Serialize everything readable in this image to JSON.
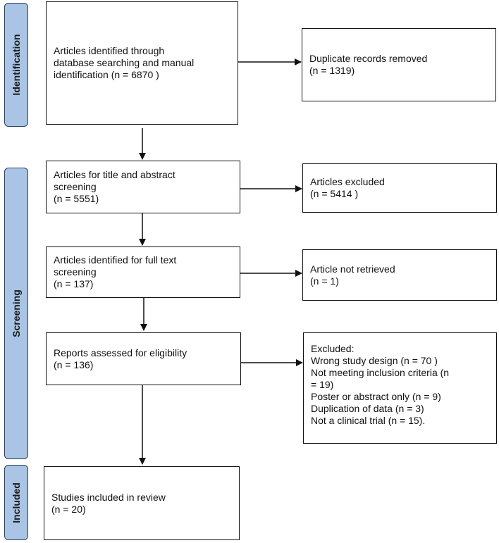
{
  "phases": {
    "identification": "Identification",
    "screening": "Screening",
    "included": "Included"
  },
  "boxes": {
    "identified": "Articles identified through\ndatabase searching and manual\nidentification (n = 6870 )",
    "duplicates": "Duplicate records removed\n  (n =  1319)",
    "title_abstract": "Articles for title and abstract\nscreening\n(n = 5551)",
    "excluded_1": "Articles excluded\n(n = 5414 )",
    "full_text": "Articles identified for full text\nscreening\n(n = 137)",
    "not_retrieved": "Article not retrieved\n(n = 1)",
    "eligibility": "Reports assessed for eligibility\n(n = 136)",
    "excluded_2": "Excluded:\nWrong study design (n = 70 )\nNot meeting inclusion criteria  (n\n= 19)\nPoster or abstract only  (n = 9)\nDuplication of data (n = 3)\nNot a clinical trial (n = 15).",
    "included": "Studies included in review\n(n = 20)"
  }
}
